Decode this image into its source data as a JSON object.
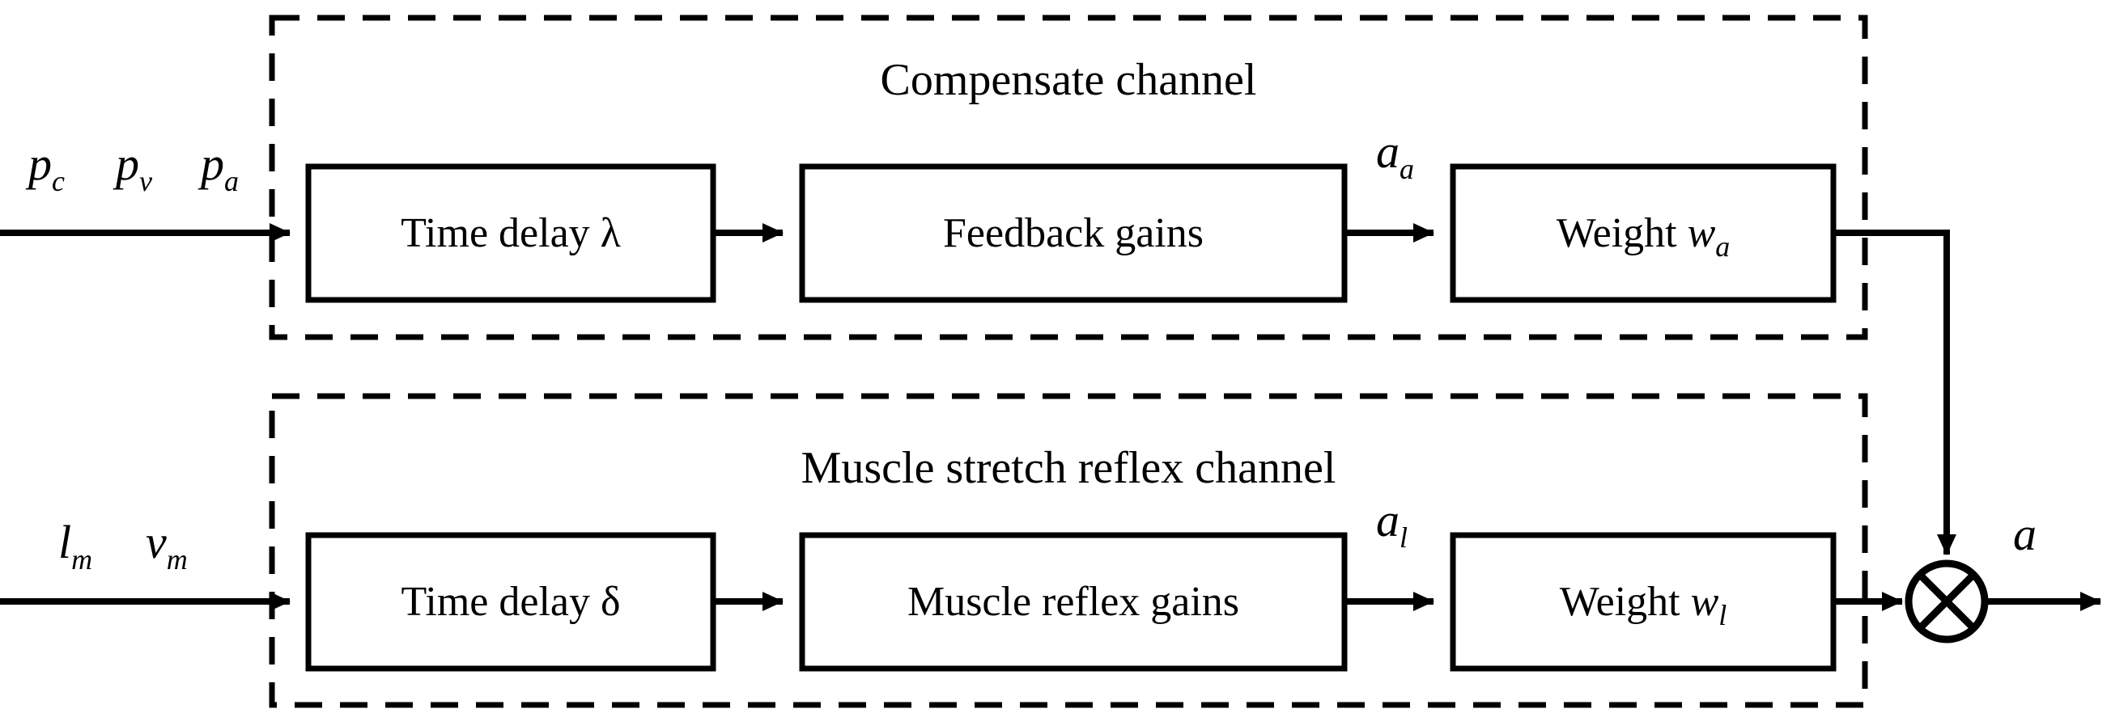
{
  "diagram": {
    "title": "Neuromuscular control block diagram",
    "type": "block-diagram",
    "background_color": "#ffffff",
    "line_color": "#000000"
  },
  "channels": [
    {
      "id": "compensate",
      "title": "Compensate channel",
      "border_style": "dashed",
      "inputs": [
        {
          "base": "p",
          "sub": "c"
        },
        {
          "base": "p",
          "sub": "v"
        },
        {
          "base": "p",
          "sub": "a"
        }
      ],
      "blocks": [
        {
          "id": "time-delay-lambda",
          "text": "Time delay ",
          "symbol": "λ"
        },
        {
          "id": "feedback-gains",
          "text": "Feedback gains",
          "symbol": ""
        },
        {
          "id": "weight-wa",
          "text": "Weight ",
          "symbol": "w",
          "symbol_sub": "a"
        }
      ],
      "intermediate_signal": {
        "base": "a",
        "sub": "a"
      }
    },
    {
      "id": "muscle-stretch-reflex",
      "title": "Muscle stretch reflex channel",
      "border_style": "dashed",
      "inputs": [
        {
          "base": "l",
          "sub": "m"
        },
        {
          "base": "v",
          "sub": "m"
        }
      ],
      "blocks": [
        {
          "id": "time-delay-delta",
          "text": "Time delay ",
          "symbol": "δ"
        },
        {
          "id": "muscle-reflex-gains",
          "text": "Muscle reflex gains",
          "symbol": ""
        },
        {
          "id": "weight-wl",
          "text": "Weight ",
          "symbol": "w",
          "symbol_sub": "l"
        }
      ],
      "intermediate_signal": {
        "base": "a",
        "sub": "l"
      }
    }
  ],
  "junction": {
    "id": "summing-junction",
    "glyph": "⊗",
    "kind": "cross-circle"
  },
  "output": {
    "label": "a",
    "style": "italic"
  }
}
